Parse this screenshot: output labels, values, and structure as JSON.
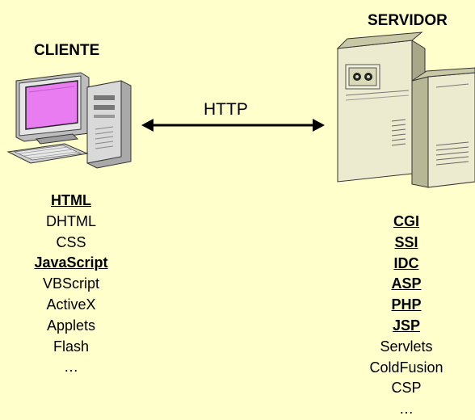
{
  "client": {
    "title": "CLIENTE",
    "items": [
      {
        "label": "HTML",
        "emphasized": true
      },
      {
        "label": "DHTML",
        "emphasized": false
      },
      {
        "label": "CSS",
        "emphasized": false
      },
      {
        "label": "JavaScript",
        "emphasized": true
      },
      {
        "label": "VBScript",
        "emphasized": false
      },
      {
        "label": "ActiveX",
        "emphasized": false
      },
      {
        "label": "Applets",
        "emphasized": false
      },
      {
        "label": "Flash",
        "emphasized": false
      },
      {
        "label": "…",
        "emphasized": false
      }
    ]
  },
  "server": {
    "title": "SERVIDOR",
    "items": [
      {
        "label": "CGI",
        "emphasized": true
      },
      {
        "label": "SSI",
        "emphasized": true
      },
      {
        "label": "IDC",
        "emphasized": true
      },
      {
        "label": "ASP",
        "emphasized": true
      },
      {
        "label": "PHP",
        "emphasized": true
      },
      {
        "label": "JSP",
        "emphasized": true
      },
      {
        "label": "Servlets",
        "emphasized": false
      },
      {
        "label": "ColdFusion",
        "emphasized": false
      },
      {
        "label": "CSP",
        "emphasized": false
      },
      {
        "label": "…",
        "emphasized": false
      }
    ]
  },
  "connection": {
    "label": "HTTP",
    "icon": "double-arrow-icon"
  },
  "colors": {
    "background": "#FFFFCC",
    "screen": "#E87CF0",
    "server_body": "#ECEBCF",
    "computer_body": "#D9D9D9"
  }
}
